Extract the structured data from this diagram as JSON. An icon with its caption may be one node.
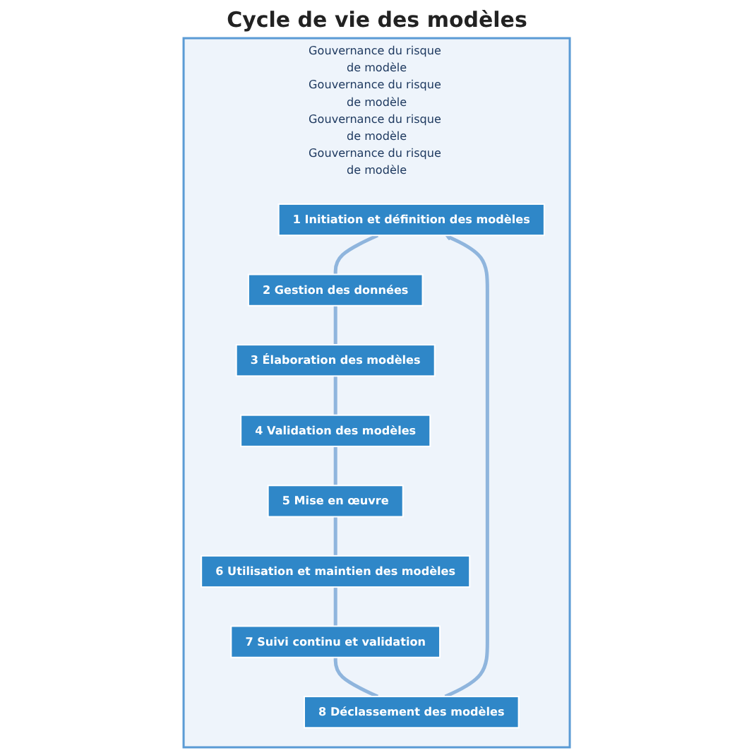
{
  "diagram": {
    "nodes": [
      {
        "text": [
          "Gouvernance du risque de modèle",
          "Gouvernance du risque de modèle",
          "Gouvernance du risque de modèle",
          "Gouvernance du risque de modèle"
        ]
      },
      {
        "text": [
          "1 Initiation et définition des modèles"
        ],
        "in": 0
      },
      {
        "text": [
          "2 Gestion des données"
        ],
        "in": 0
      },
      {
        "text": [
          "3 Élaboration des modèles"
        ],
        "in": 0
      },
      {
        "text": [
          "4 Validation des modèles"
        ],
        "in": 0
      },
      {
        "text": [
          "5 Mise en œuvre"
        ],
        "in": 0
      },
      {
        "text": [
          "6 Utilisation et maintien des modèles"
        ],
        "in": 0
      },
      {
        "text": [
          "7 Suivi continu et validation"
        ],
        "in": 0
      },
      {
        "text": [
          "8 Déclassement des modèles"
        ],
        "in": 0
      }
    ],
    "edges": [
      {
        "from": 1,
        "to": 2,
        "arrow": "none"
      },
      {
        "from": 2,
        "to": 3,
        "arrow": "none"
      },
      {
        "from": 3,
        "to": 4,
        "arrow": "none"
      },
      {
        "from": 4,
        "to": 5,
        "arrow": "none"
      },
      {
        "from": 5,
        "to": 6,
        "arrow": "none"
      },
      {
        "from": 6,
        "to": 7,
        "arrow": "none"
      },
      {
        "from": 7,
        "to": 8,
        "arrow": "none"
      },
      {
        "from": 8,
        "to": 1,
        "arrow": "to"
      }
    ],
    "labels": [
      "Cycle de vie des modèles"
    ]
  }
}
